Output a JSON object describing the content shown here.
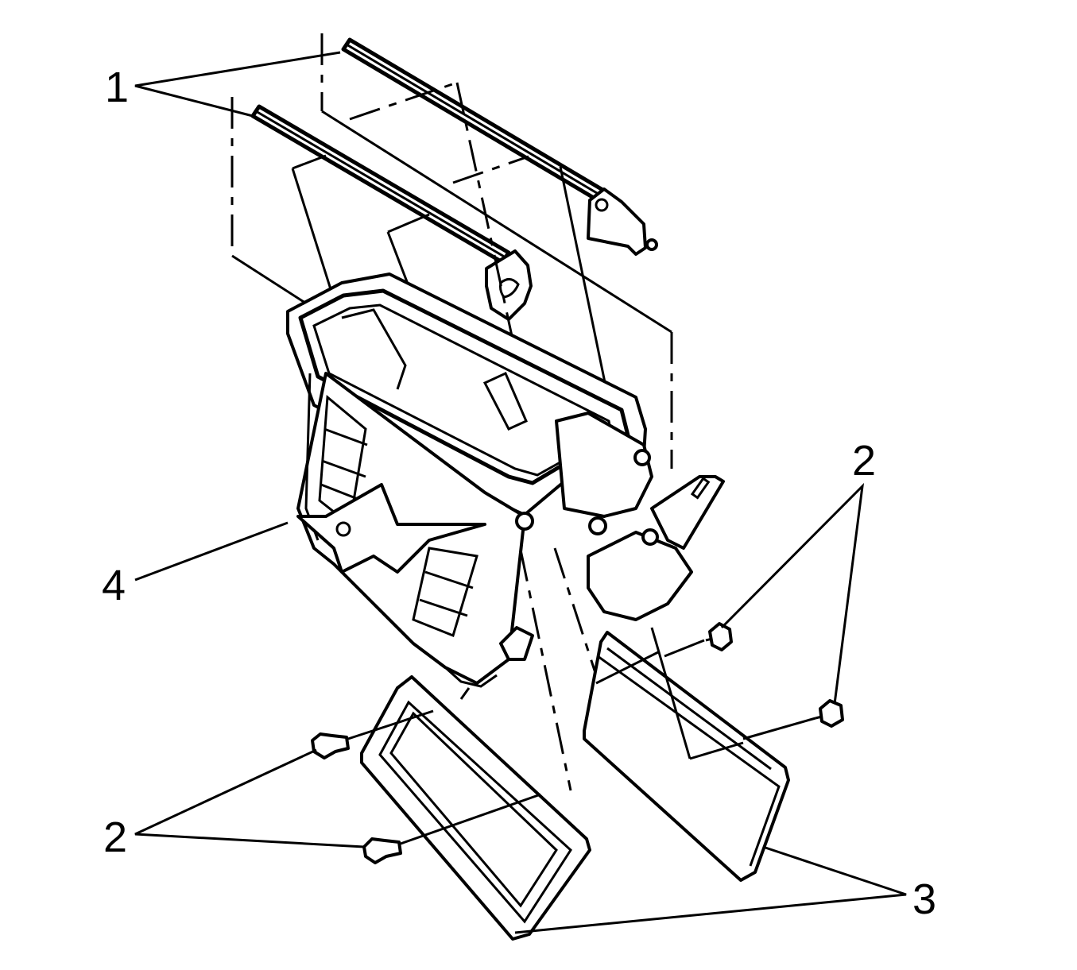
{
  "diagram": {
    "callouts": [
      {
        "id": "c1",
        "label": "1"
      },
      {
        "id": "c2a",
        "label": "2"
      },
      {
        "id": "c2b",
        "label": "2"
      },
      {
        "id": "c3",
        "label": "3"
      },
      {
        "id": "c4",
        "label": "4"
      }
    ]
  },
  "colors": {
    "line": "#000000",
    "background": "#ffffff"
  }
}
